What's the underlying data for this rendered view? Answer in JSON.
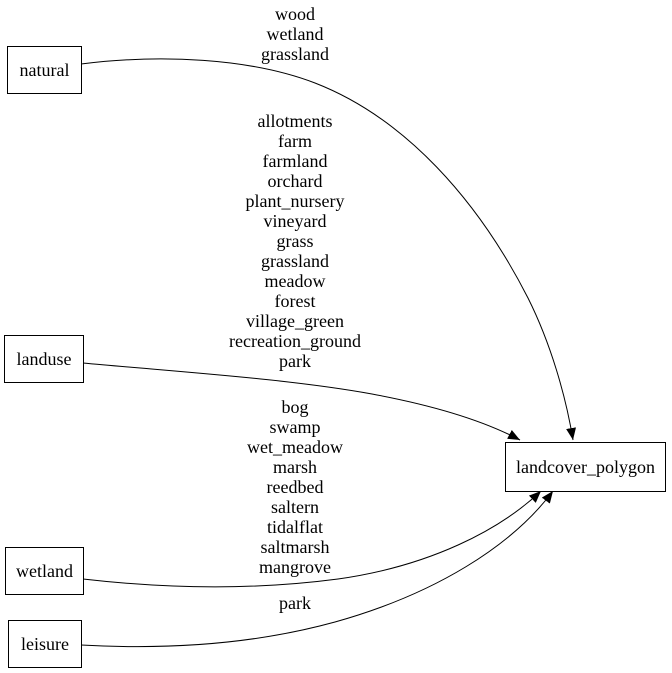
{
  "diagram": {
    "colors": {
      "background": "#ffffff",
      "node_fill": "#ffffff",
      "node_border": "#000000",
      "edge": "#000000",
      "text": "#000000"
    },
    "nodes": [
      {
        "id": "natural",
        "label": "natural"
      },
      {
        "id": "landuse",
        "label": "landuse"
      },
      {
        "id": "wetland",
        "label": "wetland"
      },
      {
        "id": "leisure",
        "label": "leisure"
      },
      {
        "id": "landcover_polygon",
        "label": "landcover_polygon"
      }
    ],
    "edges": [
      {
        "from": "natural",
        "to": "landcover_polygon",
        "labels": [
          "wood",
          "wetland",
          "grassland"
        ]
      },
      {
        "from": "landuse",
        "to": "landcover_polygon",
        "labels": [
          "allotments",
          "farm",
          "farmland",
          "orchard",
          "plant_nursery",
          "vineyard",
          "grass",
          "grassland",
          "meadow",
          "forest",
          "village_green",
          "recreation_ground",
          "park"
        ]
      },
      {
        "from": "wetland",
        "to": "landcover_polygon",
        "labels": [
          "bog",
          "swamp",
          "wet_meadow",
          "marsh",
          "reedbed",
          "saltern",
          "tidalflat",
          "saltmarsh",
          "mangrove"
        ]
      },
      {
        "from": "leisure",
        "to": "landcover_polygon",
        "labels": [
          "park"
        ]
      }
    ]
  }
}
